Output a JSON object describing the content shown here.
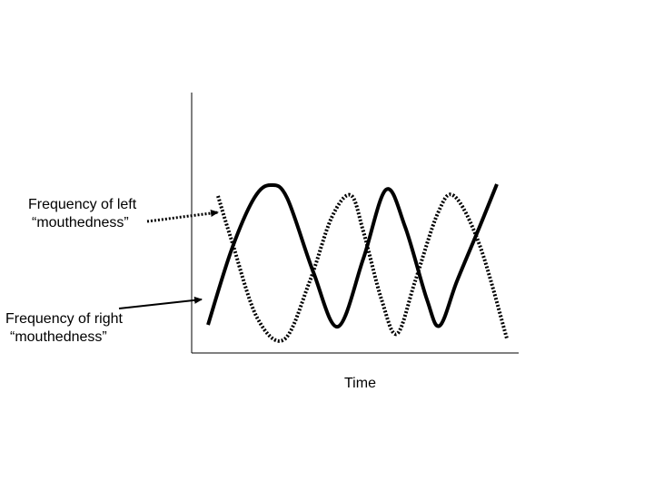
{
  "chart_data": {
    "type": "line",
    "title": "",
    "xlabel": "Time",
    "ylabel": "",
    "grid": false,
    "series": [
      {
        "name": "Frequency of left “mouthedness”",
        "style": "dotted"
      },
      {
        "name": "Frequency of right “mouthedness”",
        "style": "solid"
      }
    ]
  },
  "annotations": {
    "left_label_line1": "Frequency of left",
    "left_label_line2": "“mouthedness”",
    "right_label_line1": "Frequency of right",
    "right_label_line2": "“mouthedness”"
  },
  "colors": {
    "line": "#000000",
    "axis": "#000000"
  }
}
